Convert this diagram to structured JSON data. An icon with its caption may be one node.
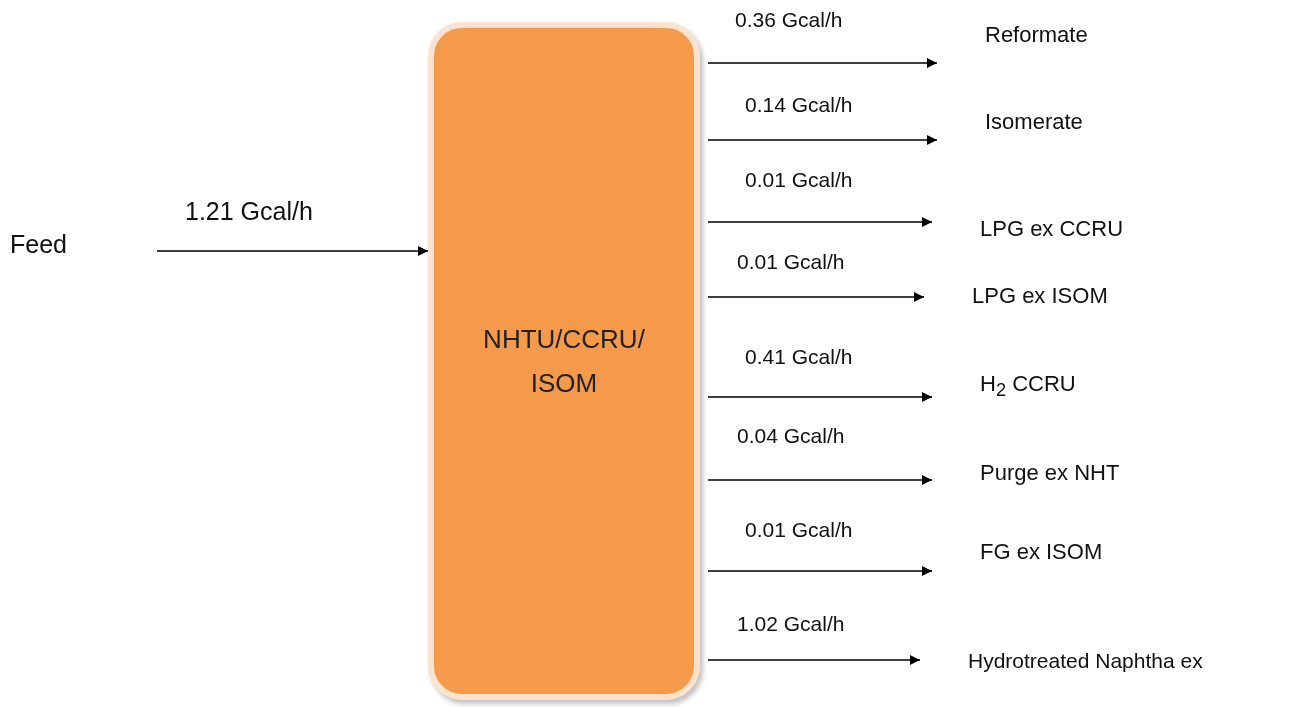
{
  "diagram": {
    "nodes": [
      {
        "text": [
          "Feed"
        ]
      },
      {
        "text": [
          "NHTU/CCRU/ ISOM"
        ]
      },
      {
        "text": [
          "Reformate"
        ]
      },
      {
        "text": [
          "Isomerate"
        ]
      },
      {
        "text": [
          "LPG ex CCRU"
        ]
      },
      {
        "text": [
          "LPG ex ISOM"
        ]
      },
      {
        "text": [
          "H$_{2}$ CCRU"
        ]
      },
      {
        "text": [
          "Purge ex NHT"
        ]
      },
      {
        "text": [
          "FG ex ISOM"
        ]
      },
      {
        "text": [
          "Hydrotreated Naphtha ex"
        ]
      }
    ],
    "edges": [
      {
        "from": 0,
        "to": 1,
        "arrow": "to",
        "label": "1.21 Gcal/h"
      },
      {
        "from": 1,
        "to": 2,
        "arrow": "to",
        "label": "0.36 Gcal/h"
      },
      {
        "from": 1,
        "to": 3,
        "arrow": "to",
        "label": "0.14 Gcal/h"
      },
      {
        "from": 1,
        "to": 4,
        "arrow": "to",
        "label": "0.01 Gcal/h"
      },
      {
        "from": 1,
        "to": 5,
        "arrow": "to",
        "label": "0.01 Gcal/h"
      },
      {
        "from": 1,
        "to": 6,
        "arrow": "to",
        "label": "0.41 Gcal/h"
      },
      {
        "from": 1,
        "to": 7,
        "arrow": "to",
        "label": "0.04 Gcal/h"
      },
      {
        "from": 1,
        "to": 8,
        "arrow": "to",
        "label": "0.01 Gcal/h"
      },
      {
        "from": 1,
        "to": 9,
        "arrow": "to",
        "label": "1.02 Gcal/h"
      }
    ]
  }
}
